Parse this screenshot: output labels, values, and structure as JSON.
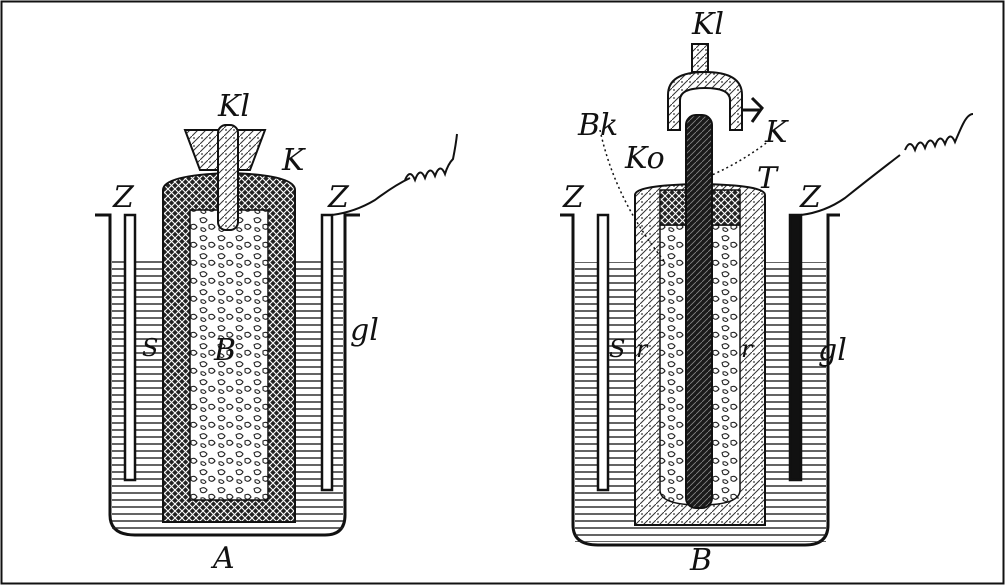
{
  "figure_a": {
    "caption": "A",
    "labels": {
      "clamp": "Kl",
      "carbon": "K",
      "zinc_left": "Z",
      "zinc_right": "Z",
      "solution": "S",
      "filling": "B",
      "glass": "gl"
    }
  },
  "figure_b": {
    "caption": "B",
    "labels": {
      "clamp": "Kl",
      "rod": "Bk",
      "carbon": "K",
      "cork": "Ko",
      "pot": "T",
      "zinc_left": "Z",
      "zinc_right": "Z",
      "solution": "S",
      "filling_left": "r",
      "filling_right": "r",
      "glass": "gl"
    }
  },
  "colors": {
    "ink": "#111111",
    "paper": "#ffffff"
  }
}
